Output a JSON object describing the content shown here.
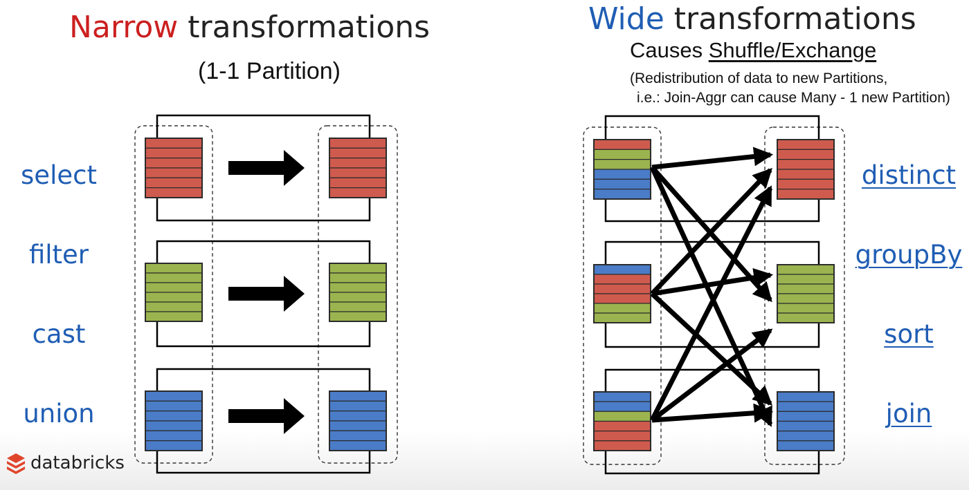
{
  "left": {
    "title_accent": "Narrow",
    "title_rest": " transformations",
    "subtitle": "(1-1 Partition)",
    "operations": [
      "select",
      "filter",
      "cast",
      "union"
    ]
  },
  "right": {
    "title_accent": "Wide",
    "title_rest": " transformations",
    "subtitle_prefix": "Causes ",
    "subtitle_link": "Shuffle/Exchange",
    "note_line1": "(Redistribution of data to new Partitions,",
    "note_line2": "i.e.: Join-Aggr can cause Many - 1 new Partition)",
    "operations": [
      "distinct",
      "groupBy",
      "sort",
      "join"
    ]
  },
  "brand": {
    "name": "databricks",
    "icon": "databricks-logo-icon"
  },
  "colors": {
    "narrow_accent": "#cc1f1f",
    "wide_accent": "#1f5db4",
    "partition_red": "#cf5b4e",
    "partition_green": "#9bb44f",
    "partition_blue": "#4a7cc7",
    "arrow": "#000000"
  }
}
